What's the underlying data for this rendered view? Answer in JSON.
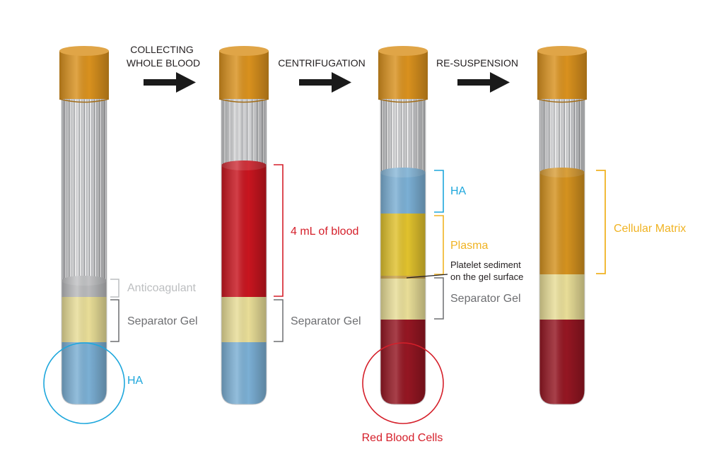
{
  "colors": {
    "cap": "#d9911e",
    "ha": "#7bafd4",
    "gel": "#e8dd97",
    "anticoagulant": "#b9babc",
    "blood": "#c8151f",
    "red_cells": "#941622",
    "plasma": "#e0c12d",
    "matrix": "#d4921f",
    "label_ha": "#1ea7dc",
    "label_blood": "#d51f2a",
    "label_plasma": "#f0b323",
    "label_gray": "#6d6e71"
  },
  "steps": {
    "collecting_line1": "COLLECTING",
    "collecting_line2": "WHOLE BLOOD",
    "centrifugation": "CENTRIFUGATION",
    "resuspension": "RE-SUSPENSION"
  },
  "tube1": {
    "anticoagulant": "Anticoagulant",
    "separator_gel": "Separator Gel",
    "ha": "HA"
  },
  "tube2": {
    "blood_volume": "4 mL of blood",
    "separator_gel": "Separator Gel"
  },
  "tube3": {
    "ha": "HA",
    "plasma": "Plasma",
    "platelet_line1": "Platelet sediment",
    "platelet_line2": "on the gel surface",
    "separator_gel": "Separator Gel",
    "red_cells": "Red Blood Cells"
  },
  "tube4": {
    "cellular_matrix": "Cellular Matrix"
  }
}
